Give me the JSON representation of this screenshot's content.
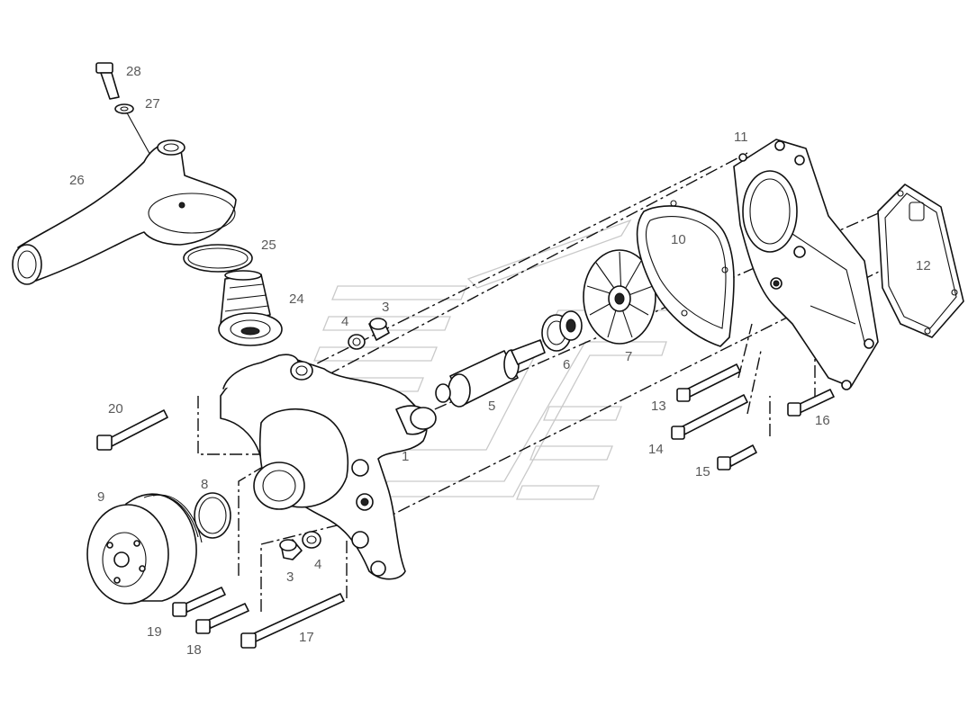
{
  "callouts": [
    {
      "id": "28",
      "text": "28"
    },
    {
      "id": "27",
      "text": "27"
    },
    {
      "id": "26",
      "text": "26"
    },
    {
      "id": "25",
      "text": "25"
    },
    {
      "id": "24",
      "text": "24"
    },
    {
      "id": "3a",
      "text": "3"
    },
    {
      "id": "4a",
      "text": "4"
    },
    {
      "id": "20",
      "text": "20"
    },
    {
      "id": "1",
      "text": "1"
    },
    {
      "id": "5",
      "text": "5"
    },
    {
      "id": "6",
      "text": "6"
    },
    {
      "id": "7",
      "text": "7"
    },
    {
      "id": "10",
      "text": "10"
    },
    {
      "id": "11",
      "text": "11"
    },
    {
      "id": "12",
      "text": "12"
    },
    {
      "id": "13",
      "text": "13"
    },
    {
      "id": "14",
      "text": "14"
    },
    {
      "id": "15",
      "text": "15"
    },
    {
      "id": "16",
      "text": "16"
    },
    {
      "id": "9",
      "text": "9"
    },
    {
      "id": "8",
      "text": "8"
    },
    {
      "id": "3b",
      "text": "3"
    },
    {
      "id": "4b",
      "text": "4"
    },
    {
      "id": "19",
      "text": "19"
    },
    {
      "id": "18",
      "text": "18"
    },
    {
      "id": "17",
      "text": "17"
    }
  ]
}
